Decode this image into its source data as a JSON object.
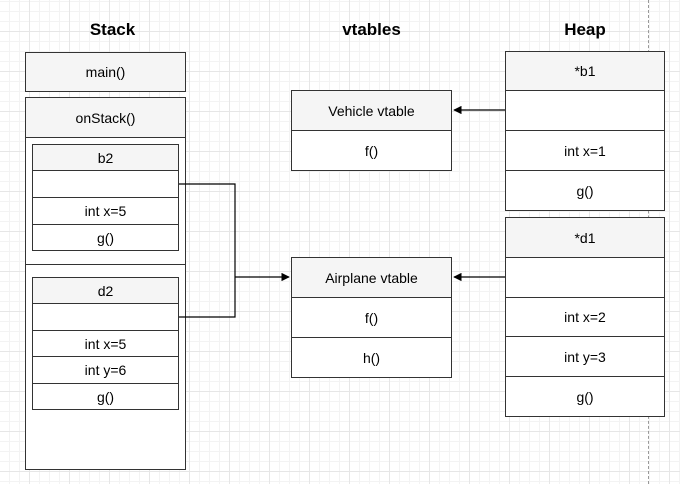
{
  "headers": {
    "stack": "Stack",
    "vtables": "vtables",
    "heap": "Heap"
  },
  "stack": {
    "main_frame": "main()",
    "onstack_frame": "onStack()",
    "b2": {
      "title": "b2",
      "vptr": "",
      "x": "int x=5",
      "g": "g()"
    },
    "d2": {
      "title": "d2",
      "vptr": "",
      "x": "int x=5",
      "y": "int y=6",
      "g": "g()"
    }
  },
  "vtables": {
    "vehicle": {
      "title": "Vehicle vtable",
      "f": "f()"
    },
    "airplane": {
      "title": "Airplane vtable",
      "f": "f()",
      "h": "h()"
    }
  },
  "heap": {
    "b1": {
      "title": "*b1",
      "vptr": "",
      "x": "int x=1",
      "g": "g()"
    },
    "d1": {
      "title": "*d1",
      "vptr": "",
      "x": "int x=2",
      "y": "int y=3",
      "g": "g()"
    }
  },
  "colors": {
    "line": "#000000",
    "border": "#333333",
    "title_fill": "#f5f5f5",
    "grid": "#e6e6e6"
  }
}
